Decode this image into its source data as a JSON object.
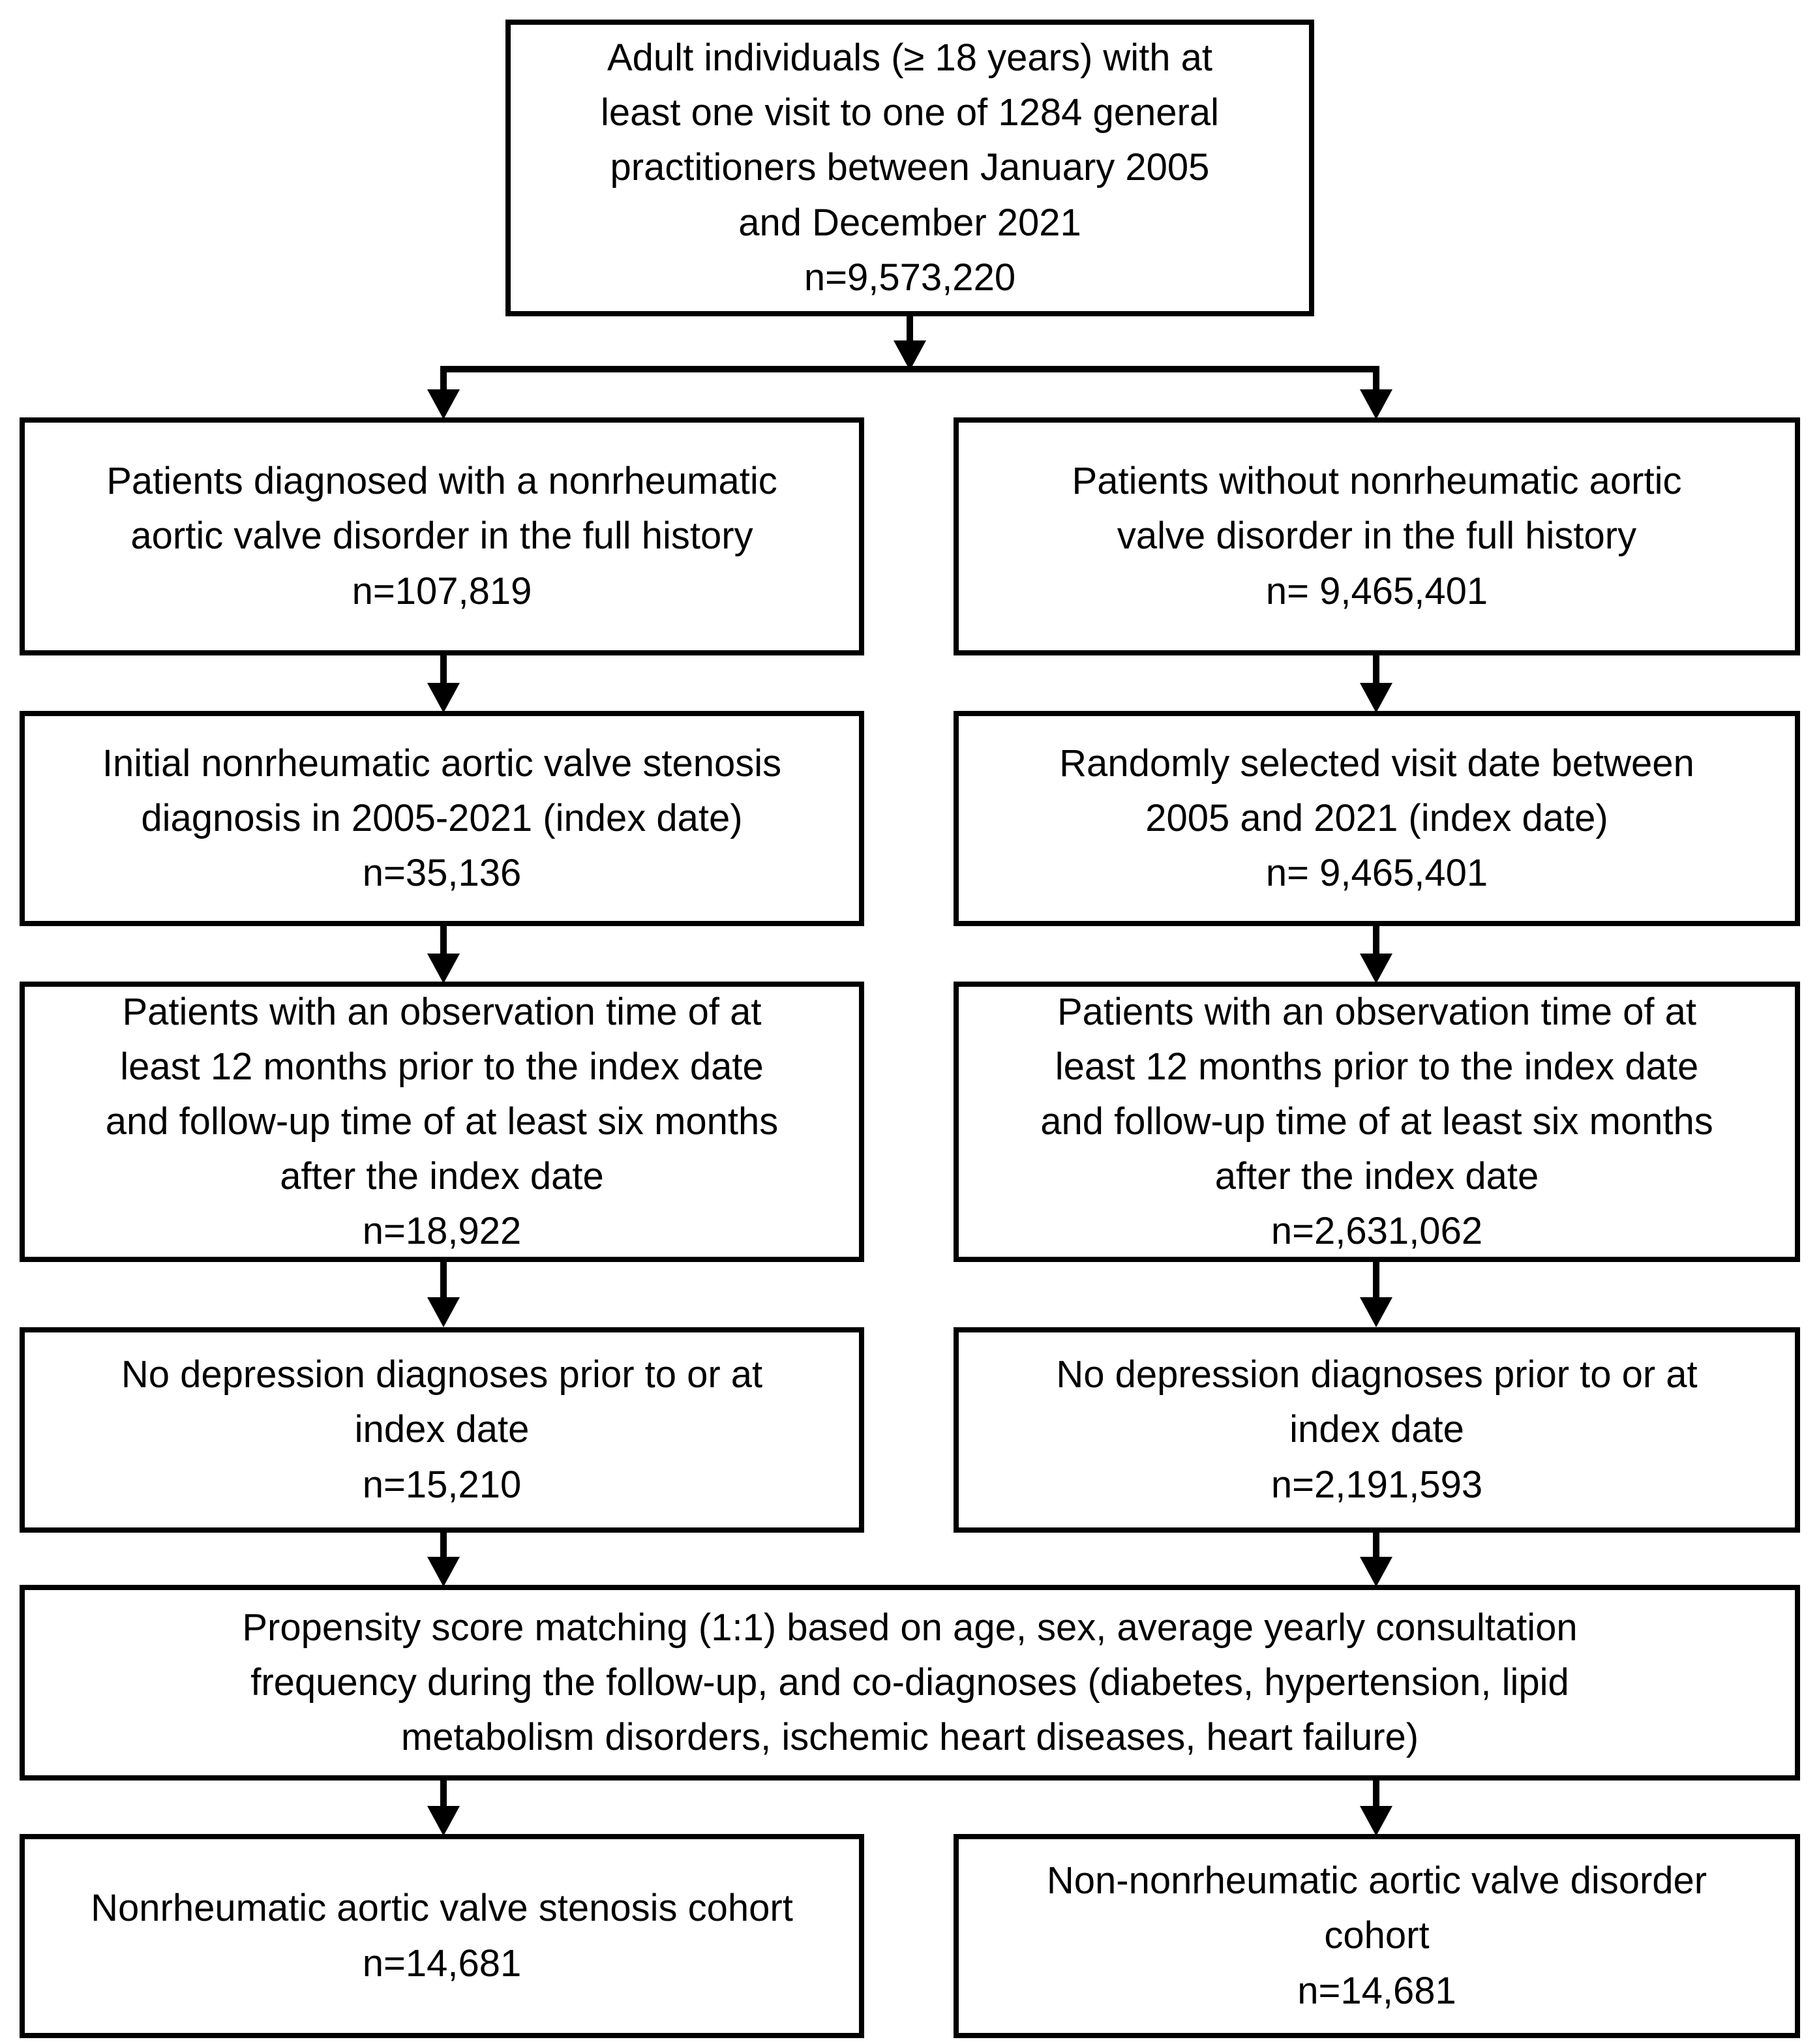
{
  "figure": {
    "type": "patient-selection-flowchart",
    "colors": {
      "border": "#000000",
      "background": "#ffffff",
      "text": "#000000"
    },
    "boxes": {
      "top": {
        "text": "Adult individuals (≥ 18 years) with at\nleast one visit to one of 1284 general\npractitioners between January 2005\nand December 2021",
        "n": "n=9,573,220"
      },
      "left1": {
        "text": "Patients diagnosed with a nonrheumatic\naortic valve disorder in the full history",
        "n": "n=107,819"
      },
      "right1": {
        "text": "Patients without nonrheumatic aortic\nvalve disorder in the full history",
        "n": "n= 9,465,401"
      },
      "left2": {
        "text": "Initial nonrheumatic aortic valve stenosis\ndiagnosis in 2005-2021 (index date)",
        "n": "n=35,136"
      },
      "right2": {
        "text": "Randomly selected visit date between\n2005 and 2021 (index date)",
        "n": "n= 9,465,401"
      },
      "left3": {
        "text": "Patients with an observation time of at\nleast 12 months prior to the index date\nand follow-up time of at least six months\nafter the index date",
        "n": "n=18,922"
      },
      "right3": {
        "text": "Patients with an observation time of at\nleast 12 months prior to the index date\nand follow-up time of at least six months\nafter the index date",
        "n": "n=2,631,062"
      },
      "left4": {
        "text": "No depression diagnoses prior to or at\nindex date",
        "n": "n=15,210"
      },
      "right4": {
        "text": "No depression diagnoses prior to or at\nindex date",
        "n": "n=2,191,593"
      },
      "matching": {
        "text": "Propensity score matching (1:1) based on age, sex, average yearly consultation\nfrequency during the follow-up, and co-diagnoses (diabetes, hypertension, lipid\nmetabolism disorders, ischemic heart diseases, heart failure)"
      },
      "bottomLeft": {
        "text": "Nonrheumatic aortic valve stenosis cohort",
        "n": "n=14,681"
      },
      "bottomRight": {
        "text": "Non-nonrheumatic aortic valve disorder\ncohort",
        "n": "n=14,681"
      }
    }
  }
}
